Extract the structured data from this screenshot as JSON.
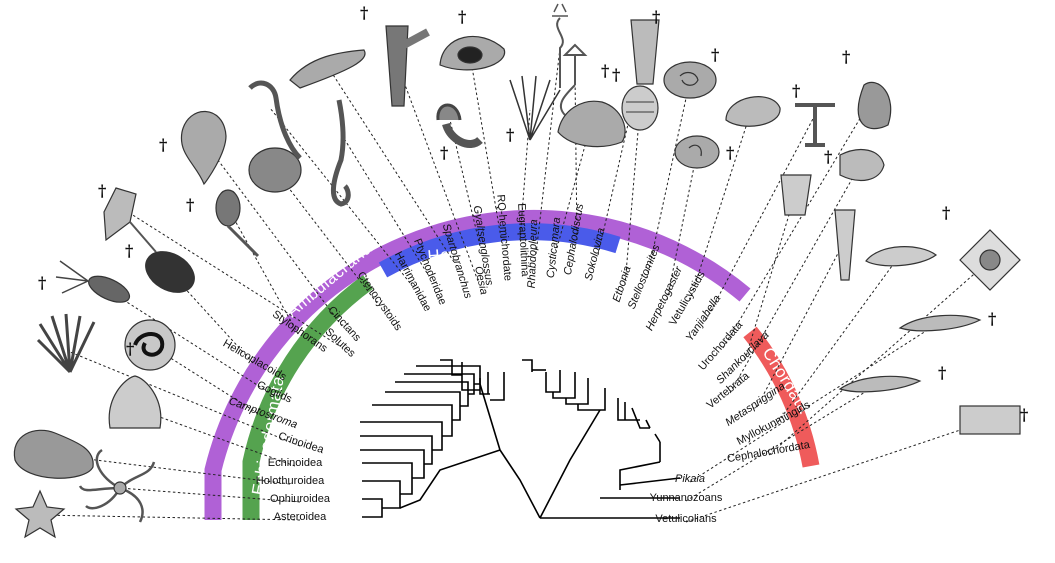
{
  "groups": [
    {
      "key": "ambulacraria",
      "label": "Ambulacraria",
      "color": "#b061d6"
    },
    {
      "key": "echinodermata",
      "label": "Echinodermata",
      "color": "#55a34f"
    },
    {
      "key": "hemichordata",
      "label": "Hemichordata",
      "color": "#4a5bea"
    },
    {
      "key": "chordata",
      "label": "Chordata",
      "color": "#ef5b5b"
    }
  ],
  "taxa": [
    {
      "id": "asteroidea",
      "label": "Asteroidea",
      "extinct": false,
      "italic": false
    },
    {
      "id": "ophiuroidea",
      "label": "Ophiuroidea",
      "extinct": false,
      "italic": false
    },
    {
      "id": "holothuroidea",
      "label": "Holothuroidea",
      "extinct": false,
      "italic": false
    },
    {
      "id": "echinoidea",
      "label": "Echinoidea",
      "extinct": false,
      "italic": false
    },
    {
      "id": "crinoidea",
      "label": "Crinoidea",
      "extinct": false,
      "italic": false
    },
    {
      "id": "camptostroma",
      "label": "Camptostroma",
      "extinct": true,
      "italic": true
    },
    {
      "id": "gogiids",
      "label": "Gogiids",
      "extinct": true,
      "italic": false
    },
    {
      "id": "helicoplacoids",
      "label": "Helicoplacoids",
      "extinct": true,
      "italic": false
    },
    {
      "id": "stylophorans",
      "label": "Stylophorans",
      "extinct": true,
      "italic": false
    },
    {
      "id": "solutes",
      "label": "Solutes",
      "extinct": true,
      "italic": false
    },
    {
      "id": "cinctans",
      "label": "Cinctans",
      "extinct": true,
      "italic": false
    },
    {
      "id": "ctenocystoids",
      "label": "Ctenocystoids",
      "extinct": true,
      "italic": false
    },
    {
      "id": "harrimanidae",
      "label": "Harrimanidae",
      "extinct": false,
      "italic": false
    },
    {
      "id": "ptychoderidae",
      "label": "Ptychoderidae",
      "extinct": false,
      "italic": false
    },
    {
      "id": "spartobranchus",
      "label": "Spartobranchus",
      "extinct": true,
      "italic": true
    },
    {
      "id": "oesia",
      "label": "Oesia",
      "extinct": true,
      "italic": true
    },
    {
      "id": "gyaltsenglossus",
      "label": "Gyaltsenglossus",
      "extinct": true,
      "italic": true
    },
    {
      "id": "rq_hemichordate",
      "label": "RQ-hemichordate",
      "extinct": true,
      "italic": false
    },
    {
      "id": "eugraptolithina",
      "label": "Eugraptolithina",
      "extinct": true,
      "italic": false
    },
    {
      "id": "rhabdopleura",
      "label": "Rhabdopleura",
      "extinct": false,
      "italic": true
    },
    {
      "id": "cysticamara",
      "label": "Cysticamara",
      "extinct": true,
      "italic": true
    },
    {
      "id": "cephalodiscus",
      "label": "Cephalodiscus",
      "extinct": false,
      "italic": true
    },
    {
      "id": "sokolovina",
      "label": "Sokolovina",
      "extinct": true,
      "italic": true
    },
    {
      "id": "etbonia",
      "label": "Etbonia",
      "extinct": true,
      "italic": true
    },
    {
      "id": "stellostomites",
      "label": "Stellostomites",
      "extinct": true,
      "italic": true
    },
    {
      "id": "herpetogaster",
      "label": "Herpetogaster",
      "extinct": true,
      "italic": true
    },
    {
      "id": "vetulicystids",
      "label": "Vetulicystids",
      "extinct": true,
      "italic": false
    },
    {
      "id": "yanjiahella",
      "label": "Yanjiahella",
      "extinct": true,
      "italic": true
    },
    {
      "id": "urochordata",
      "label": "Urochordata",
      "extinct": false,
      "italic": false
    },
    {
      "id": "shankouclava",
      "label": "Shankouclava",
      "extinct": true,
      "italic": true
    },
    {
      "id": "vertebrata",
      "label": "Vertebrata",
      "extinct": false,
      "italic": false
    },
    {
      "id": "metaspriggina",
      "label": "Metaspriggina",
      "extinct": true,
      "italic": true
    },
    {
      "id": "myllokunmingids",
      "label": "Myllokunmingids",
      "extinct": true,
      "italic": false
    },
    {
      "id": "cephalochordata",
      "label": "Cephalochordata",
      "extinct": false,
      "italic": false
    },
    {
      "id": "pikaia",
      "label": "Pikaia",
      "extinct": true,
      "italic": true
    },
    {
      "id": "yunnanozoans",
      "label": "Yunnanozoans",
      "extinct": true,
      "italic": false
    },
    {
      "id": "vetulicolians",
      "label": "Vetulicolians",
      "extinct": true,
      "italic": false
    }
  ],
  "extinct_marker": "†"
}
